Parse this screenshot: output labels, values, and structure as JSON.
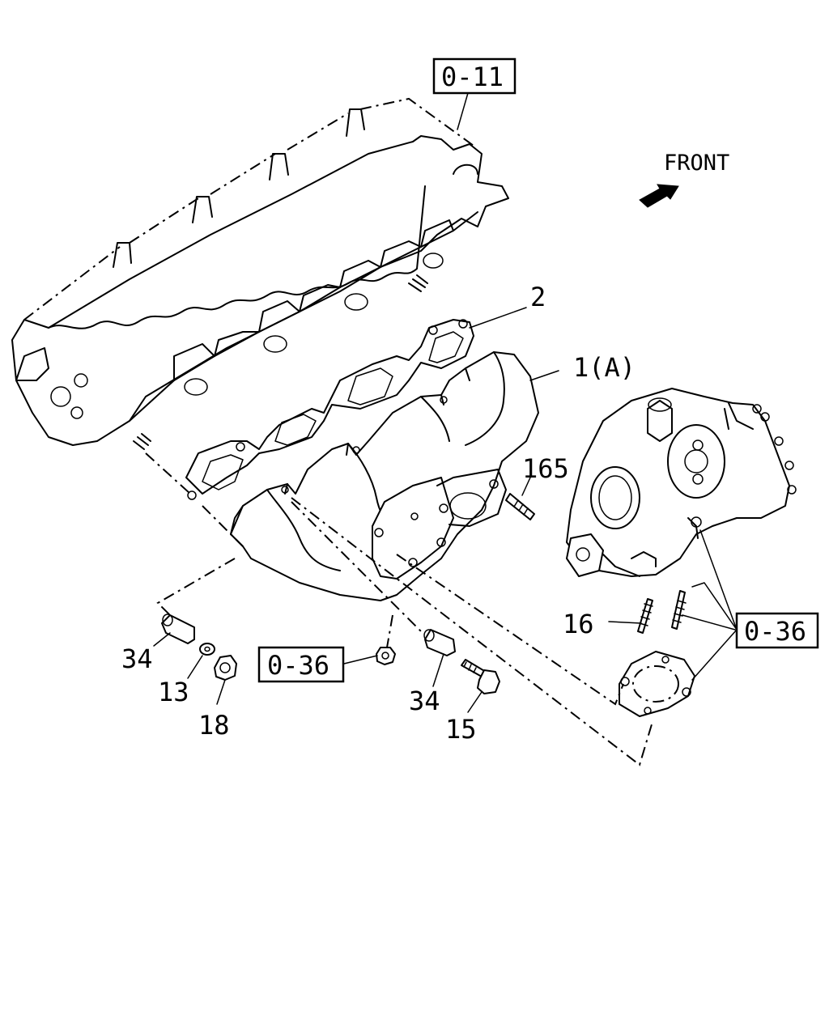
{
  "diagram": {
    "front_label": "FRONT",
    "refs": {
      "ref_011": "0-11",
      "ref_036_right": "0-36",
      "ref_036_left": "0-36"
    },
    "callouts": {
      "c2": "2",
      "c1a": "1(A)",
      "c165": "165",
      "c16": "16",
      "c34_left": "34",
      "c13": "13",
      "c18": "18",
      "c34_right": "34",
      "c15": "15"
    },
    "icons": [
      "front-arrow-icon"
    ]
  }
}
